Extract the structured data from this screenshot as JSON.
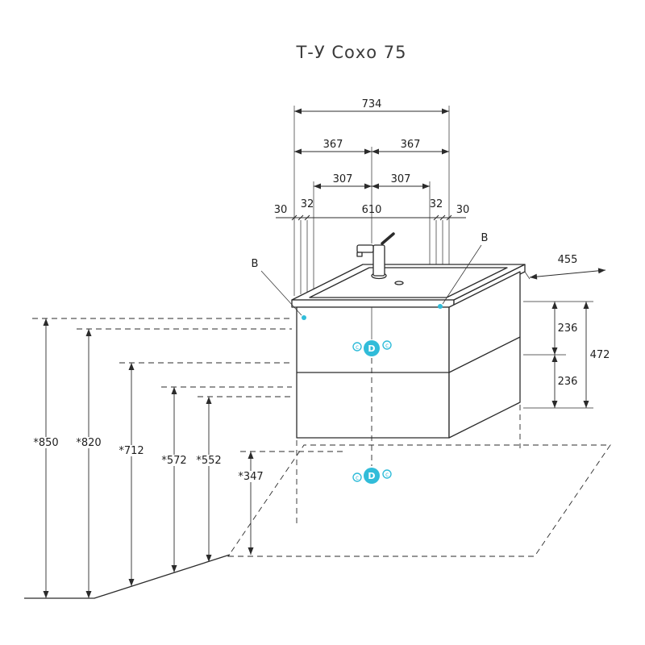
{
  "title": "Т-У Сохо 75",
  "colors": {
    "accent": "#31bcd9",
    "ink": "#2b2b2b"
  },
  "dims": {
    "overall_width": "734",
    "half_left": "367",
    "half_right": "367",
    "mount_left": "307",
    "mount_right": "307",
    "edge_left": "30",
    "inset_left": "32",
    "center_span": "610",
    "inset_right": "32",
    "edge_right": "30",
    "depth": "455",
    "cabinet_height": "472",
    "drawer_upper": "236",
    "drawer_lower": "236"
  },
  "heights": [
    "*850",
    "*820",
    "*712",
    "*572",
    "*552",
    "*347"
  ],
  "markers": {
    "mount_label": "B",
    "drain_label": "D",
    "connection_label": "c"
  }
}
